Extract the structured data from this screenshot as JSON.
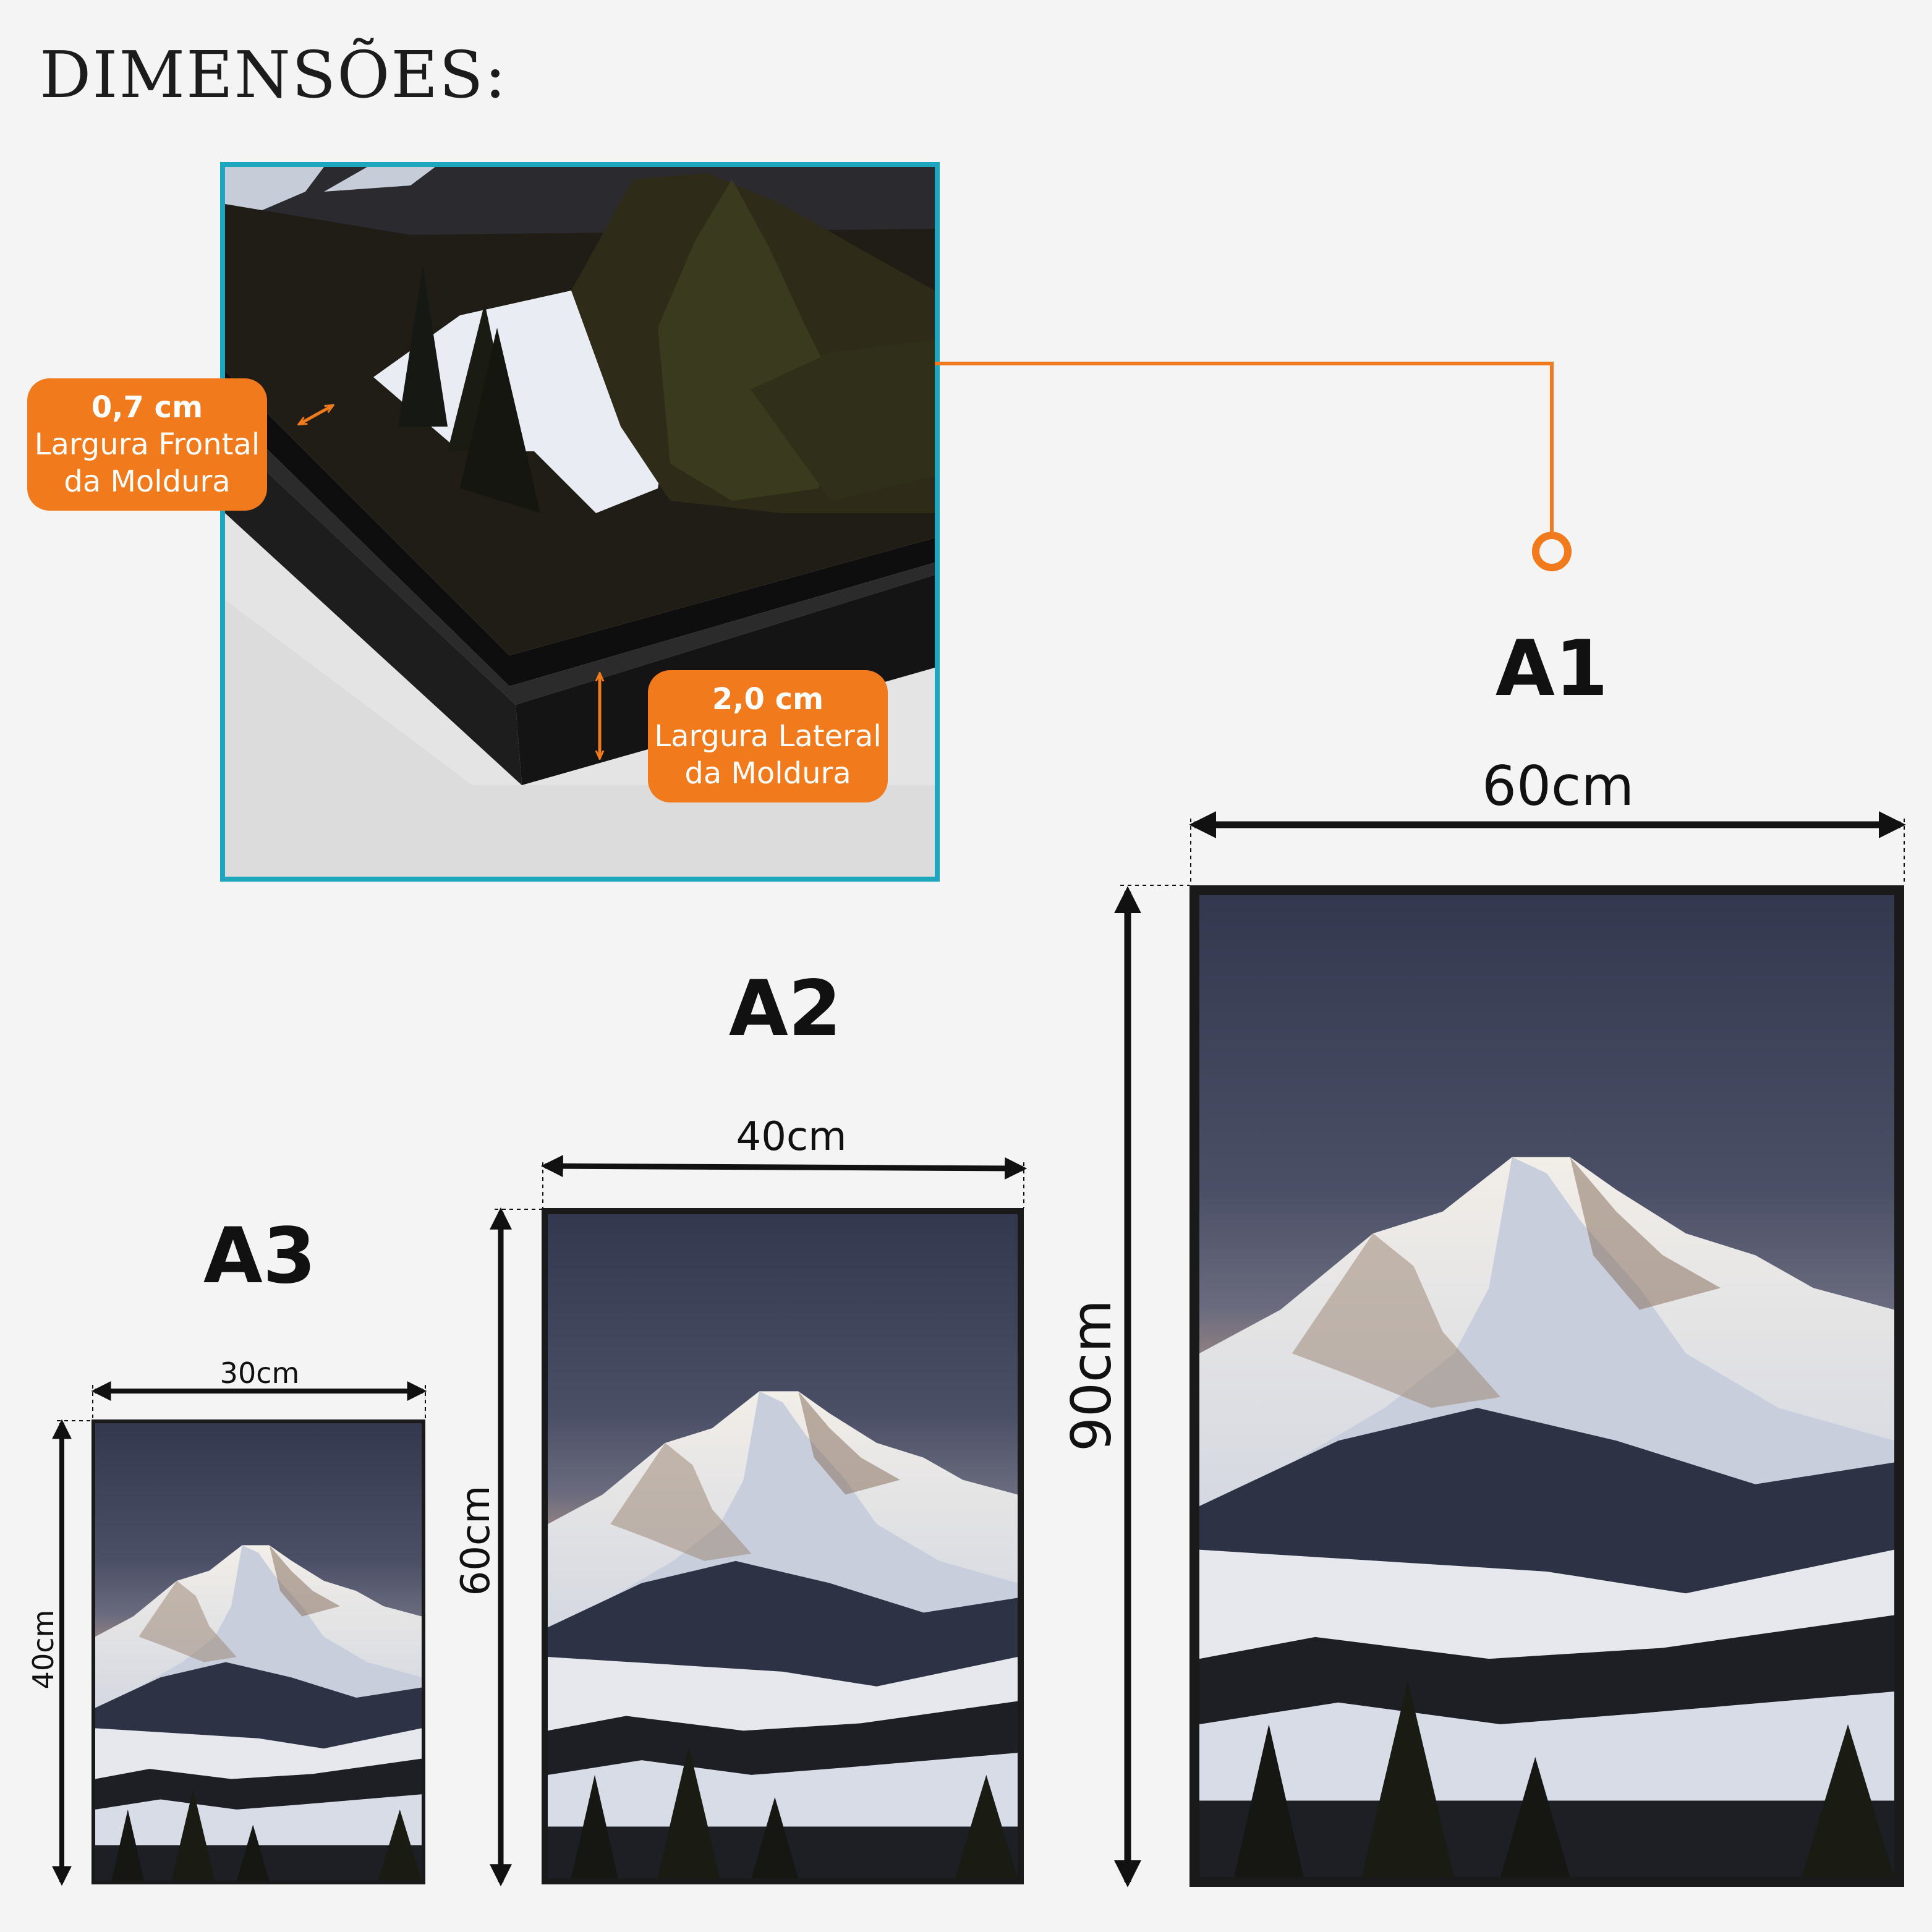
{
  "title": "DIMENSÕES:",
  "detail": {
    "front_width": {
      "value": "0,7 cm",
      "line1": "Largura Frontal",
      "line2": "da Moldura"
    },
    "side_width": {
      "value": "2,0 cm",
      "line1": "Largura Lateral",
      "line2": "da Moldura"
    }
  },
  "sizes": [
    {
      "name": "A3",
      "width": "30cm",
      "height": "40cm"
    },
    {
      "name": "A2",
      "width": "40cm",
      "height": "60cm"
    },
    {
      "name": "A1",
      "width": "60cm",
      "height": "90cm"
    }
  ],
  "colors": {
    "accent": "#f07a1c",
    "detail_border": "#1ca7bf",
    "frame": "#1a1a1a",
    "background": "#f4f4f4"
  },
  "icons": [
    "double-arrow-icon",
    "connector-ring-icon"
  ]
}
